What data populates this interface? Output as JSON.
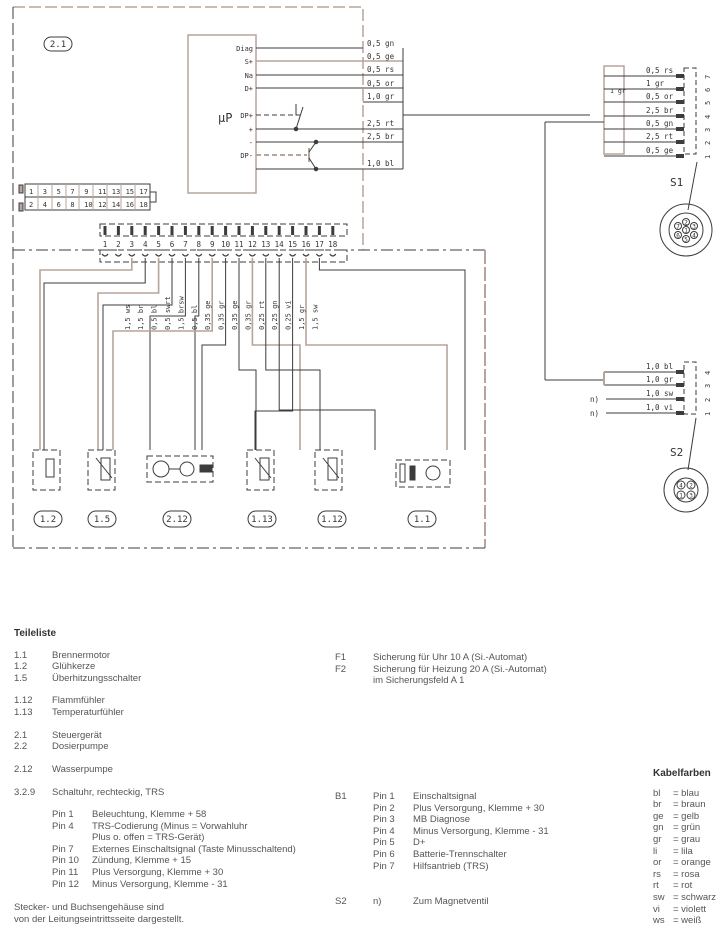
{
  "diagram": {
    "control_unit": {
      "label": "2.1",
      "mp_label": "µP",
      "pins": [
        "Diag",
        "S+",
        "Na",
        "D+",
        "DP+",
        "+",
        "-",
        "DP-"
      ]
    },
    "upper_wires": [
      "0,5 gn",
      "0,5 ge",
      "0,5 rs",
      "0,5 or",
      "1,0 gr",
      "2,5 rt",
      "2,5 br",
      "1,0 bl"
    ],
    "connector_18": {
      "top_row": [
        "1",
        "3",
        "5",
        "7",
        "9",
        "11",
        "13",
        "15",
        "17"
      ],
      "bottom_row": [
        "2",
        "4",
        "6",
        "8",
        "10",
        "12",
        "14",
        "16",
        "18"
      ]
    },
    "terminal_numbers": [
      "1",
      "2",
      "3",
      "4",
      "5",
      "6",
      "7",
      "8",
      "9",
      "10",
      "11",
      "12",
      "13",
      "14",
      "15",
      "16",
      "17",
      "18"
    ],
    "harness_wires": [
      {
        "pin": "3",
        "label": "1,5 ws"
      },
      {
        "pin": "4",
        "label": "1,5 br"
      },
      {
        "pin": "5",
        "label": "0,5 bl"
      },
      {
        "pin": "6",
        "label": "0,5 swrt"
      },
      {
        "pin": "7",
        "label": "1,5 brsw"
      },
      {
        "pin": "8",
        "label": "0,5 bl"
      },
      {
        "pin": "9",
        "label": "0,35 ge"
      },
      {
        "pin": "10",
        "label": "0,35 gr"
      },
      {
        "pin": "11",
        "label": "0,35 ge"
      },
      {
        "pin": "12",
        "label": "0,35 gr"
      },
      {
        "pin": "13",
        "label": "0,25 rt"
      },
      {
        "pin": "14",
        "label": "0,25 gn"
      },
      {
        "pin": "15",
        "label": "0,25 vi"
      },
      {
        "pin": "16",
        "label": "1,5 gr"
      },
      {
        "pin": "17",
        "label": "1,5 sw"
      }
    ],
    "components": [
      "1.2",
      "1.5",
      "2.12",
      "1.13",
      "1.12",
      "1.1"
    ],
    "s1": {
      "label": "S1",
      "wires": [
        "0,5 rs",
        "1 gr",
        "0,5 or",
        "2,5 br",
        "0,5 gn",
        "2,5 rt",
        "0,5 ge"
      ],
      "branch": "1 gr",
      "pins": [
        "7",
        "6",
        "5",
        "4",
        "3",
        "2",
        "1"
      ],
      "face": [
        "1",
        "2",
        "3",
        "4",
        "5",
        "6",
        "7"
      ]
    },
    "s2": {
      "label": "S2",
      "wires": [
        "1,0 bl",
        "1,0 gr",
        "1,0 sw",
        "1,0 vi"
      ],
      "pins": [
        "4",
        "3",
        "2",
        "1"
      ],
      "marks": [
        "n)",
        "n)"
      ],
      "face": [
        "4",
        "2",
        "1",
        "3"
      ]
    }
  },
  "parts": {
    "title": "Teileliste",
    "items": [
      {
        "id": "1.1",
        "name": "Brennermotor"
      },
      {
        "id": "1.2",
        "name": "Glühkerze"
      },
      {
        "id": "1.5",
        "name": "Überhitzungsschalter"
      },
      {
        "id": "1.12",
        "name": "Flammfühler"
      },
      {
        "id": "1.13",
        "name": "Temperaturfühler"
      },
      {
        "id": "2.1",
        "name": "Steuergerät"
      },
      {
        "id": "2.2",
        "name": "Dosierpumpe"
      },
      {
        "id": "2.12",
        "name": "Wasserpumpe"
      }
    ],
    "timer": {
      "id": "3.2.9",
      "name": "Schaltuhr, rechteckig, TRS",
      "pins": [
        {
          "pin": "Pin 1",
          "desc": "Beleuchtung, Klemme + 58"
        },
        {
          "pin": "Pin 4",
          "desc": "TRS-Codierung (Minus = Vorwahluhr"
        },
        {
          "pin": "",
          "desc": "Plus o. offen = TRS-Gerät)"
        },
        {
          "pin": "Pin 7",
          "desc": "Externes Einschaltsignal (Taste Minusschaltend)"
        },
        {
          "pin": "Pin 10",
          "desc": "Zündung, Klemme + 15"
        },
        {
          "pin": "Pin 11",
          "desc": "Plus Versorgung, Klemme + 30"
        },
        {
          "pin": "Pin 12",
          "desc": "Minus Versorgung, Klemme - 31"
        }
      ]
    },
    "note": [
      "Stecker- und Buchsengehäuse sind",
      "von der Leitungseintrittsseite dargestellt."
    ],
    "fuses": [
      {
        "id": "F1",
        "desc": "Sicherung für Uhr 10 A (Si.-Automat)"
      },
      {
        "id": "F2",
        "desc": "Sicherung für Heizung 20 A (Si.-Automat)"
      },
      {
        "id": "",
        "desc": "im Sicherungsfeld A 1"
      }
    ],
    "b1": {
      "id": "B1",
      "pins": [
        {
          "pin": "Pin 1",
          "desc": "Einschaltsignal"
        },
        {
          "pin": "Pin 2",
          "desc": "Plus Versorgung, Klemme + 30"
        },
        {
          "pin": "Pin 3",
          "desc": "MB Diagnose"
        },
        {
          "pin": "Pin 4",
          "desc": "Minus Versorgung, Klemme - 31"
        },
        {
          "pin": "Pin 5",
          "desc": "D+"
        },
        {
          "pin": "Pin 6",
          "desc": "Batterie-Trennschalter"
        },
        {
          "pin": "Pin 7",
          "desc": "Hilfsantrieb (TRS)"
        }
      ]
    },
    "s2": {
      "id": "S2",
      "mark": "n)",
      "desc": "Zum Magnetventil"
    }
  },
  "cable_colors": {
    "title": "Kabelfarben",
    "items": [
      {
        "code": "bl",
        "name": "= blau"
      },
      {
        "code": "br",
        "name": "= braun"
      },
      {
        "code": "ge",
        "name": "= gelb"
      },
      {
        "code": "gn",
        "name": "= grün"
      },
      {
        "code": "gr",
        "name": "= grau"
      },
      {
        "code": "li",
        "name": "= lila"
      },
      {
        "code": "or",
        "name": "= orange"
      },
      {
        "code": "rs",
        "name": "= rosa"
      },
      {
        "code": "rt",
        "name": "= rot"
      },
      {
        "code": "sw",
        "name": "= schwarz"
      },
      {
        "code": "vi",
        "name": "= violett"
      },
      {
        "code": "ws",
        "name": "= weiß"
      }
    ]
  }
}
